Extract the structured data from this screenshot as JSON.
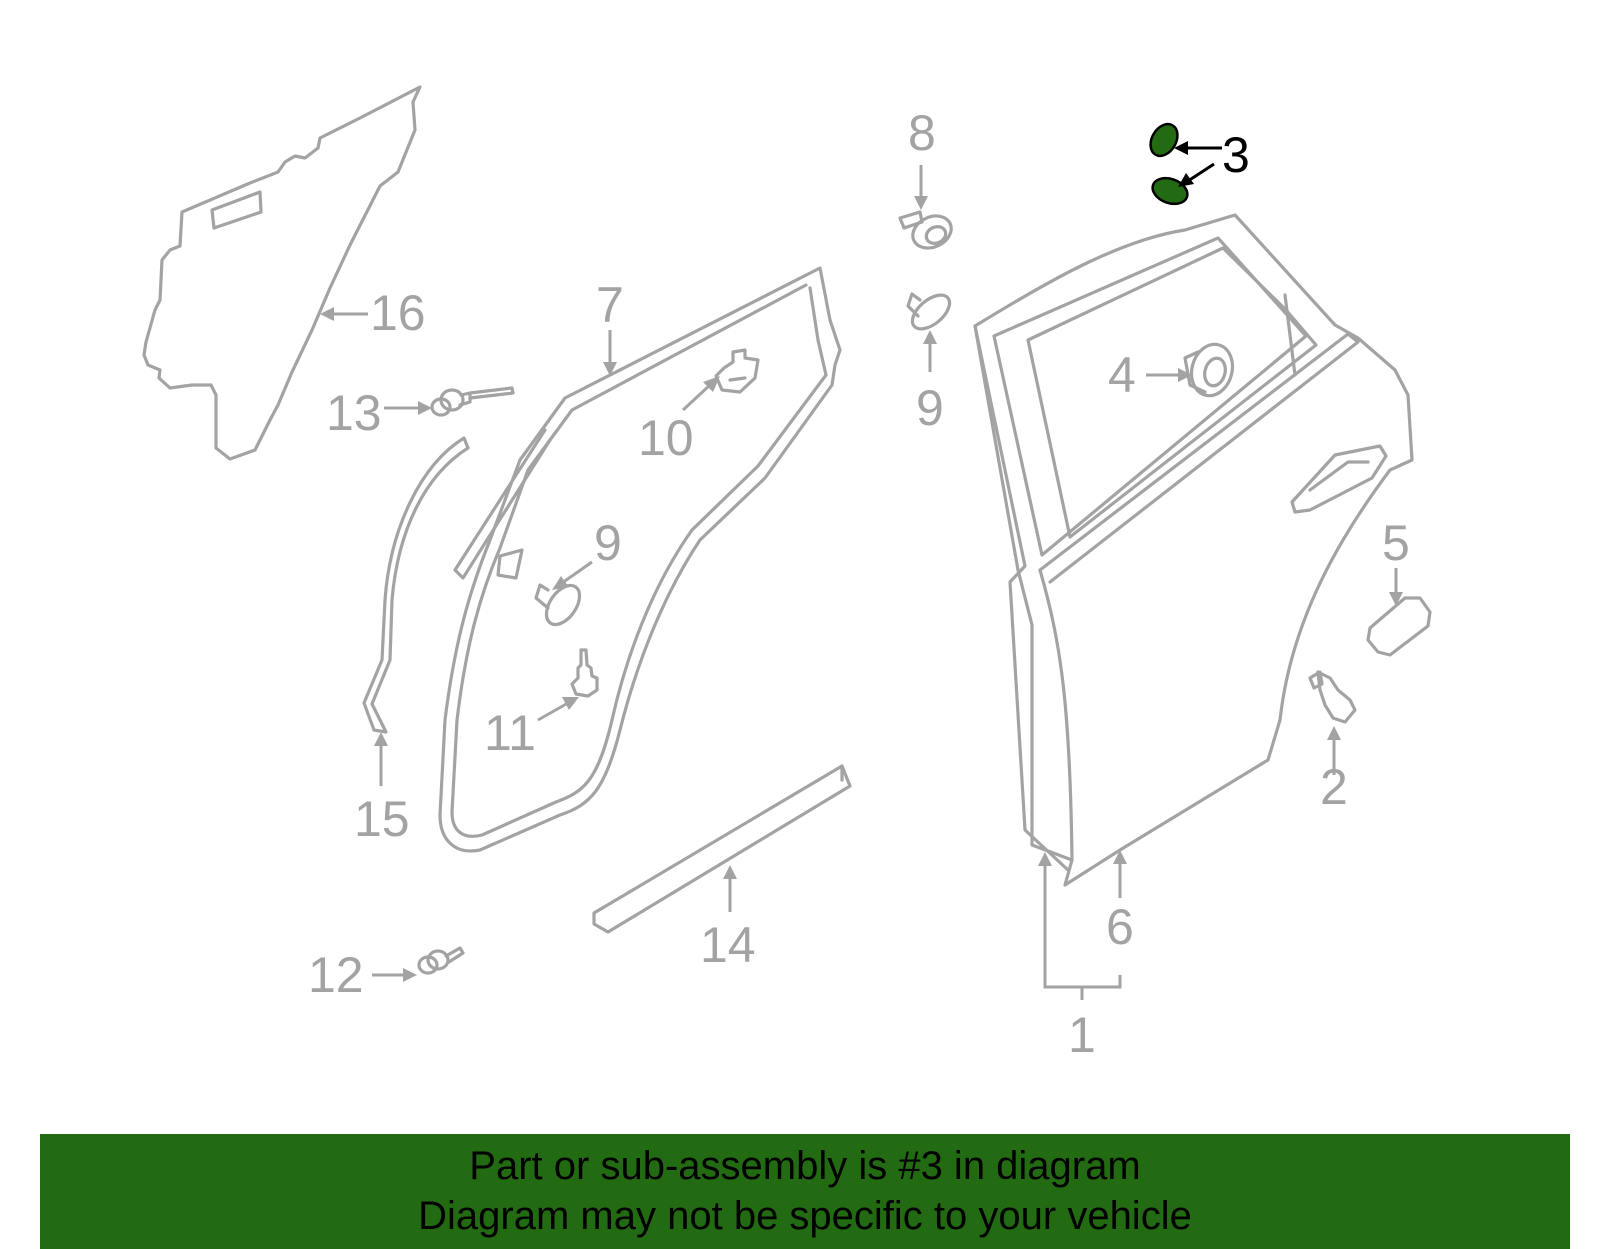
{
  "diagram": {
    "callouts": {
      "c1": "1",
      "c2": "2",
      "c3": "3",
      "c4": "4",
      "c5": "5",
      "c6": "6",
      "c7": "7",
      "c8": "8",
      "c9a": "9",
      "c9b": "9",
      "c10": "10",
      "c11": "11",
      "c12": "12",
      "c13": "13",
      "c14": "14",
      "c15": "15",
      "c16": "16"
    },
    "highlight_part": "3",
    "highlight_color": "#236b12",
    "line_color": "#a3a3a3"
  },
  "banner": {
    "line1": "Part or sub-assembly is #3 in diagram",
    "line2": "Diagram may not be specific to your vehicle",
    "background": "#236b12"
  }
}
